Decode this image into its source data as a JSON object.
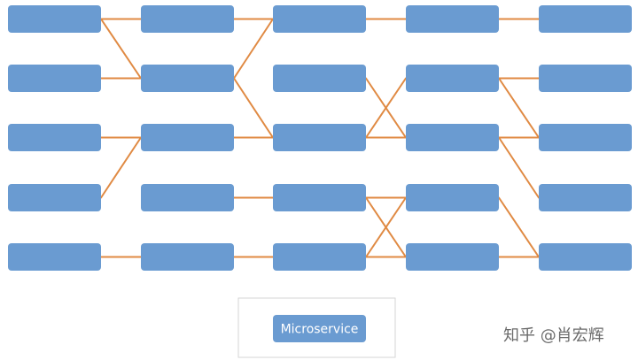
{
  "colors": {
    "node_fill": "#6a9bd1",
    "edge": "#e08a43",
    "legend_border": "#d6d6d6",
    "legend_text": "#ffffff",
    "watermark": "#6b6b6b"
  },
  "diagram": {
    "legend": {
      "label": "Microservice"
    },
    "watermark": {
      "text": "知乎 @肖宏辉"
    },
    "nodes": [
      {
        "id": "c0r0",
        "col": 0,
        "row": 0
      },
      {
        "id": "c0r1",
        "col": 0,
        "row": 1
      },
      {
        "id": "c0r2",
        "col": 0,
        "row": 2
      },
      {
        "id": "c0r3",
        "col": 0,
        "row": 3
      },
      {
        "id": "c0r4",
        "col": 0,
        "row": 4
      },
      {
        "id": "c1r0",
        "col": 1,
        "row": 0
      },
      {
        "id": "c1r1",
        "col": 1,
        "row": 1
      },
      {
        "id": "c1r2",
        "col": 1,
        "row": 2
      },
      {
        "id": "c1r3",
        "col": 1,
        "row": 3
      },
      {
        "id": "c1r4",
        "col": 1,
        "row": 4
      },
      {
        "id": "c2r0",
        "col": 2,
        "row": 0
      },
      {
        "id": "c2r1",
        "col": 2,
        "row": 1
      },
      {
        "id": "c2r2",
        "col": 2,
        "row": 2
      },
      {
        "id": "c2r3",
        "col": 2,
        "row": 3
      },
      {
        "id": "c2r4",
        "col": 2,
        "row": 4
      },
      {
        "id": "c3r0",
        "col": 3,
        "row": 0
      },
      {
        "id": "c3r1",
        "col": 3,
        "row": 1
      },
      {
        "id": "c3r2",
        "col": 3,
        "row": 2
      },
      {
        "id": "c3r3",
        "col": 3,
        "row": 3
      },
      {
        "id": "c3r4",
        "col": 3,
        "row": 4
      },
      {
        "id": "c4r0",
        "col": 4,
        "row": 0
      },
      {
        "id": "c4r1",
        "col": 4,
        "row": 1
      },
      {
        "id": "c4r2",
        "col": 4,
        "row": 2
      },
      {
        "id": "c4r3",
        "col": 4,
        "row": 3
      },
      {
        "id": "c4r4",
        "col": 4,
        "row": 4
      }
    ],
    "edges": [
      {
        "from": "c0r0",
        "to": "c1r0"
      },
      {
        "from": "c0r0",
        "to": "c1r1"
      },
      {
        "from": "c0r1",
        "to": "c1r1"
      },
      {
        "from": "c0r2",
        "to": "c1r2"
      },
      {
        "from": "c0r3",
        "to": "c1r2"
      },
      {
        "from": "c0r4",
        "to": "c1r4"
      },
      {
        "from": "c1r0",
        "to": "c2r0"
      },
      {
        "from": "c1r1",
        "to": "c2r0"
      },
      {
        "from": "c1r1",
        "to": "c2r2"
      },
      {
        "from": "c1r2",
        "to": "c2r2"
      },
      {
        "from": "c1r3",
        "to": "c2r3"
      },
      {
        "from": "c1r4",
        "to": "c2r4"
      },
      {
        "from": "c2r0",
        "to": "c3r0"
      },
      {
        "from": "c2r1",
        "to": "c3r2"
      },
      {
        "from": "c2r2",
        "to": "c3r1"
      },
      {
        "from": "c2r2",
        "to": "c3r2"
      },
      {
        "from": "c2r3",
        "to": "c3r3"
      },
      {
        "from": "c2r3",
        "to": "c3r4"
      },
      {
        "from": "c2r4",
        "to": "c3r3"
      },
      {
        "from": "c2r4",
        "to": "c3r4"
      },
      {
        "from": "c3r0",
        "to": "c4r0"
      },
      {
        "from": "c3r1",
        "to": "c4r1"
      },
      {
        "from": "c3r1",
        "to": "c4r2"
      },
      {
        "from": "c3r2",
        "to": "c4r2"
      },
      {
        "from": "c3r2",
        "to": "c4r3"
      },
      {
        "from": "c3r3",
        "to": "c4r4"
      },
      {
        "from": "c3r4",
        "to": "c4r4"
      }
    ]
  }
}
